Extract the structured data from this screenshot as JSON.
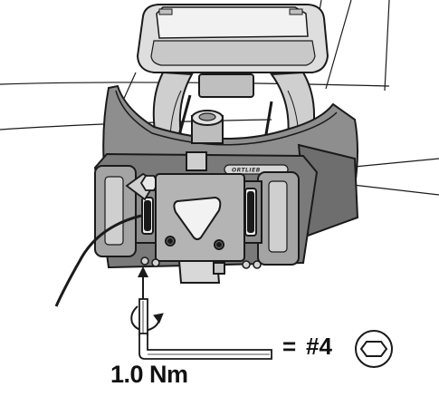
{
  "figure": {
    "torque_label": "1.0 Nm",
    "equals_sign": "=",
    "hex_key_size": "#4",
    "brand_text": "ORTLIEB",
    "icons": [
      "hex-key-icon",
      "hexagon-bit-icon",
      "rotation-arrow-icon",
      "up-arrow-icon"
    ]
  },
  "colors": {
    "line": "#1a1a1a",
    "light_gray": "#d9d9d9",
    "mid_gray": "#9e9e9e",
    "dark_gray": "#6f6f6f",
    "darker_gray": "#555555",
    "device_top": "#e6e6e6"
  }
}
